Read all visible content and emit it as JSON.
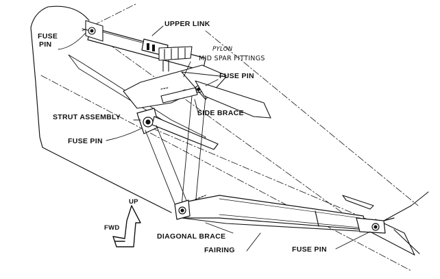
{
  "labels": {
    "fuse_pin_upper_left_line1": "FUSE",
    "fuse_pin_upper_left_line2": "PIN",
    "upper_link": "UPPER LINK",
    "pylon": "PYLON",
    "mid_spar_fittings": "MID SPAR FITTINGS",
    "fuse_pin_mid_right": "FUSE PIN",
    "strut_assembly": "STRUT ASSEMBLY",
    "side_brace": "SIDE BRACE",
    "fuse_pin_mid_left": "FUSE PIN",
    "up": "UP",
    "fwd": "FWD",
    "diagonal_brace": "DIAGONAL BRACE",
    "fairing": "FAIRING",
    "fuse_pin_lower_right": "FUSE PIN"
  },
  "colors": {
    "ink": "#111111",
    "paper": "#ffffff"
  }
}
